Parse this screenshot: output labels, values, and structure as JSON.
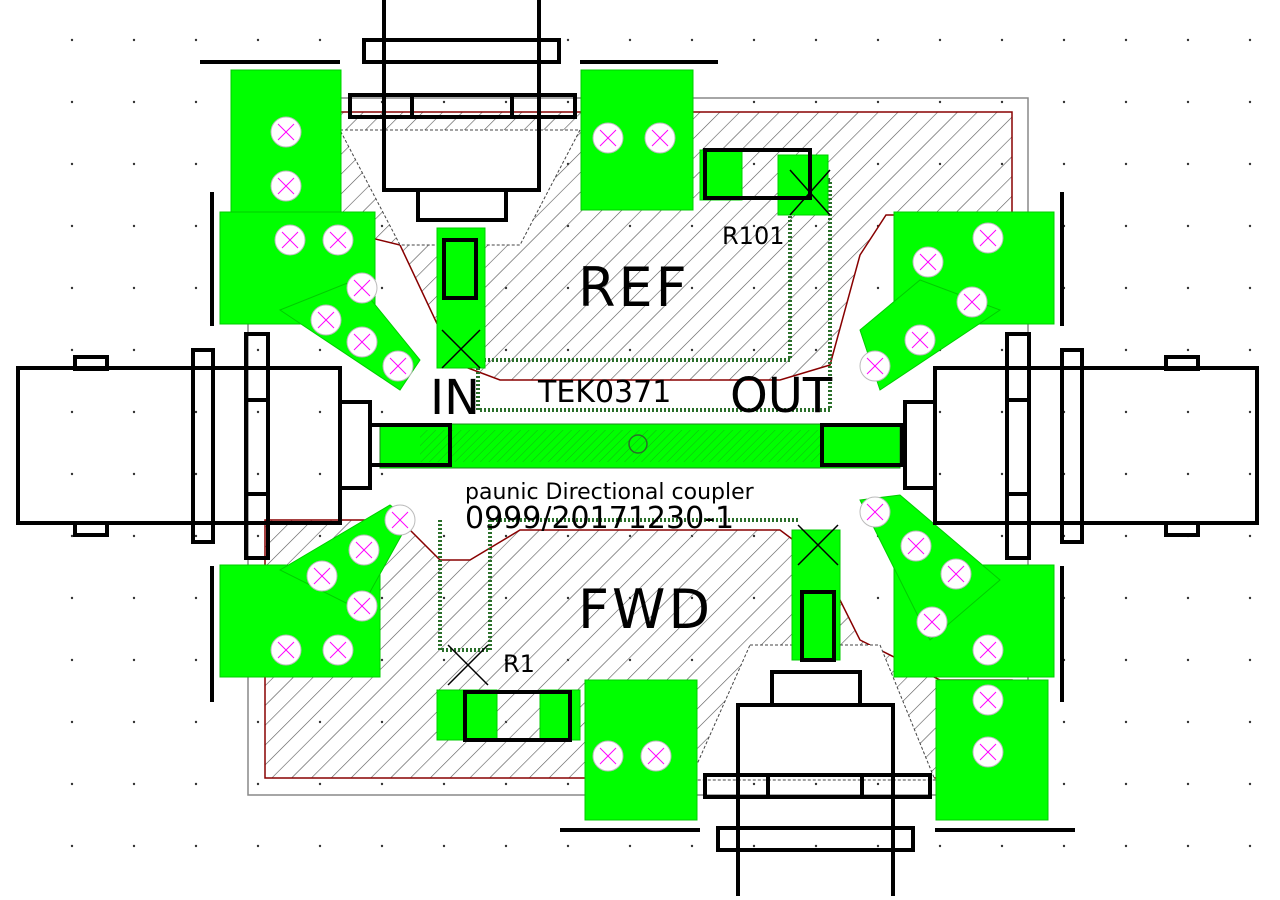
{
  "board": {
    "labels": {
      "ref": "REF",
      "fwd": "FWD",
      "in": "IN",
      "out": "OUT",
      "part_id": "TEK0371",
      "description": "paunic Directional coupler",
      "serial": "0999/20171230-1",
      "r101": "R101",
      "r1": "R1"
    },
    "colors": {
      "background": "#ffffff",
      "copper": "#00ff00",
      "outline": "#000000",
      "hatch": "#555555",
      "drill": "#ff00ff",
      "board_edge": "#cc0000"
    }
  }
}
